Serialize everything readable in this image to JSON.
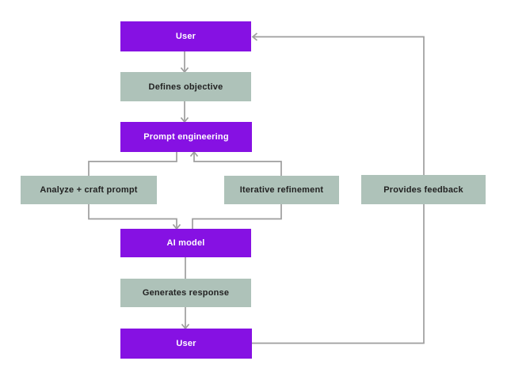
{
  "diagram": {
    "description": "Prompt engineering feedback-loop flowchart",
    "nodes": {
      "user_top": {
        "label": "User",
        "type": "primary"
      },
      "defines_objective": {
        "label": "Defines objective",
        "type": "secondary"
      },
      "prompt_engineering": {
        "label": "Prompt engineering",
        "type": "primary"
      },
      "analyze_craft_prompt": {
        "label": "Analyze + craft prompt",
        "type": "secondary"
      },
      "iterative_refinement": {
        "label": "Iterative refinement",
        "type": "secondary"
      },
      "ai_model": {
        "label": "AI model",
        "type": "primary"
      },
      "generates_response": {
        "label": "Generates response",
        "type": "secondary"
      },
      "user_bottom": {
        "label": "User",
        "type": "primary"
      },
      "provides_feedback": {
        "label": "Provides feedback",
        "type": "secondary"
      }
    },
    "edges": [
      {
        "from": "User (top)",
        "to": "Defines objective",
        "arrowhead": true
      },
      {
        "from": "Defines objective",
        "to": "Prompt engineering",
        "arrowhead": true
      },
      {
        "from": "Prompt engineering",
        "to": "Analyze + craft prompt",
        "arrowhead": false
      },
      {
        "from": "Analyze + craft prompt",
        "to": "AI model",
        "arrowhead": true
      },
      {
        "from": "Iterative refinement",
        "to": "Prompt engineering",
        "arrowhead": true
      },
      {
        "from": "Iterative refinement",
        "to": "AI model",
        "arrowhead": false
      },
      {
        "from": "AI model",
        "to": "Generates response",
        "arrowhead": false
      },
      {
        "from": "Generates response",
        "to": "User (bottom)",
        "arrowhead": true
      },
      {
        "from": "User (bottom)",
        "to": "Provides feedback",
        "arrowhead": false
      },
      {
        "from": "Provides feedback",
        "to": "User (top)",
        "arrowhead": true
      }
    ],
    "colors": {
      "primary": "#8611e3",
      "secondary": "#aec2b9",
      "connector": "#9e9e9e",
      "text_on_primary": "#ffffff",
      "text_on_secondary": "#222222",
      "background": "#ffffff"
    }
  }
}
